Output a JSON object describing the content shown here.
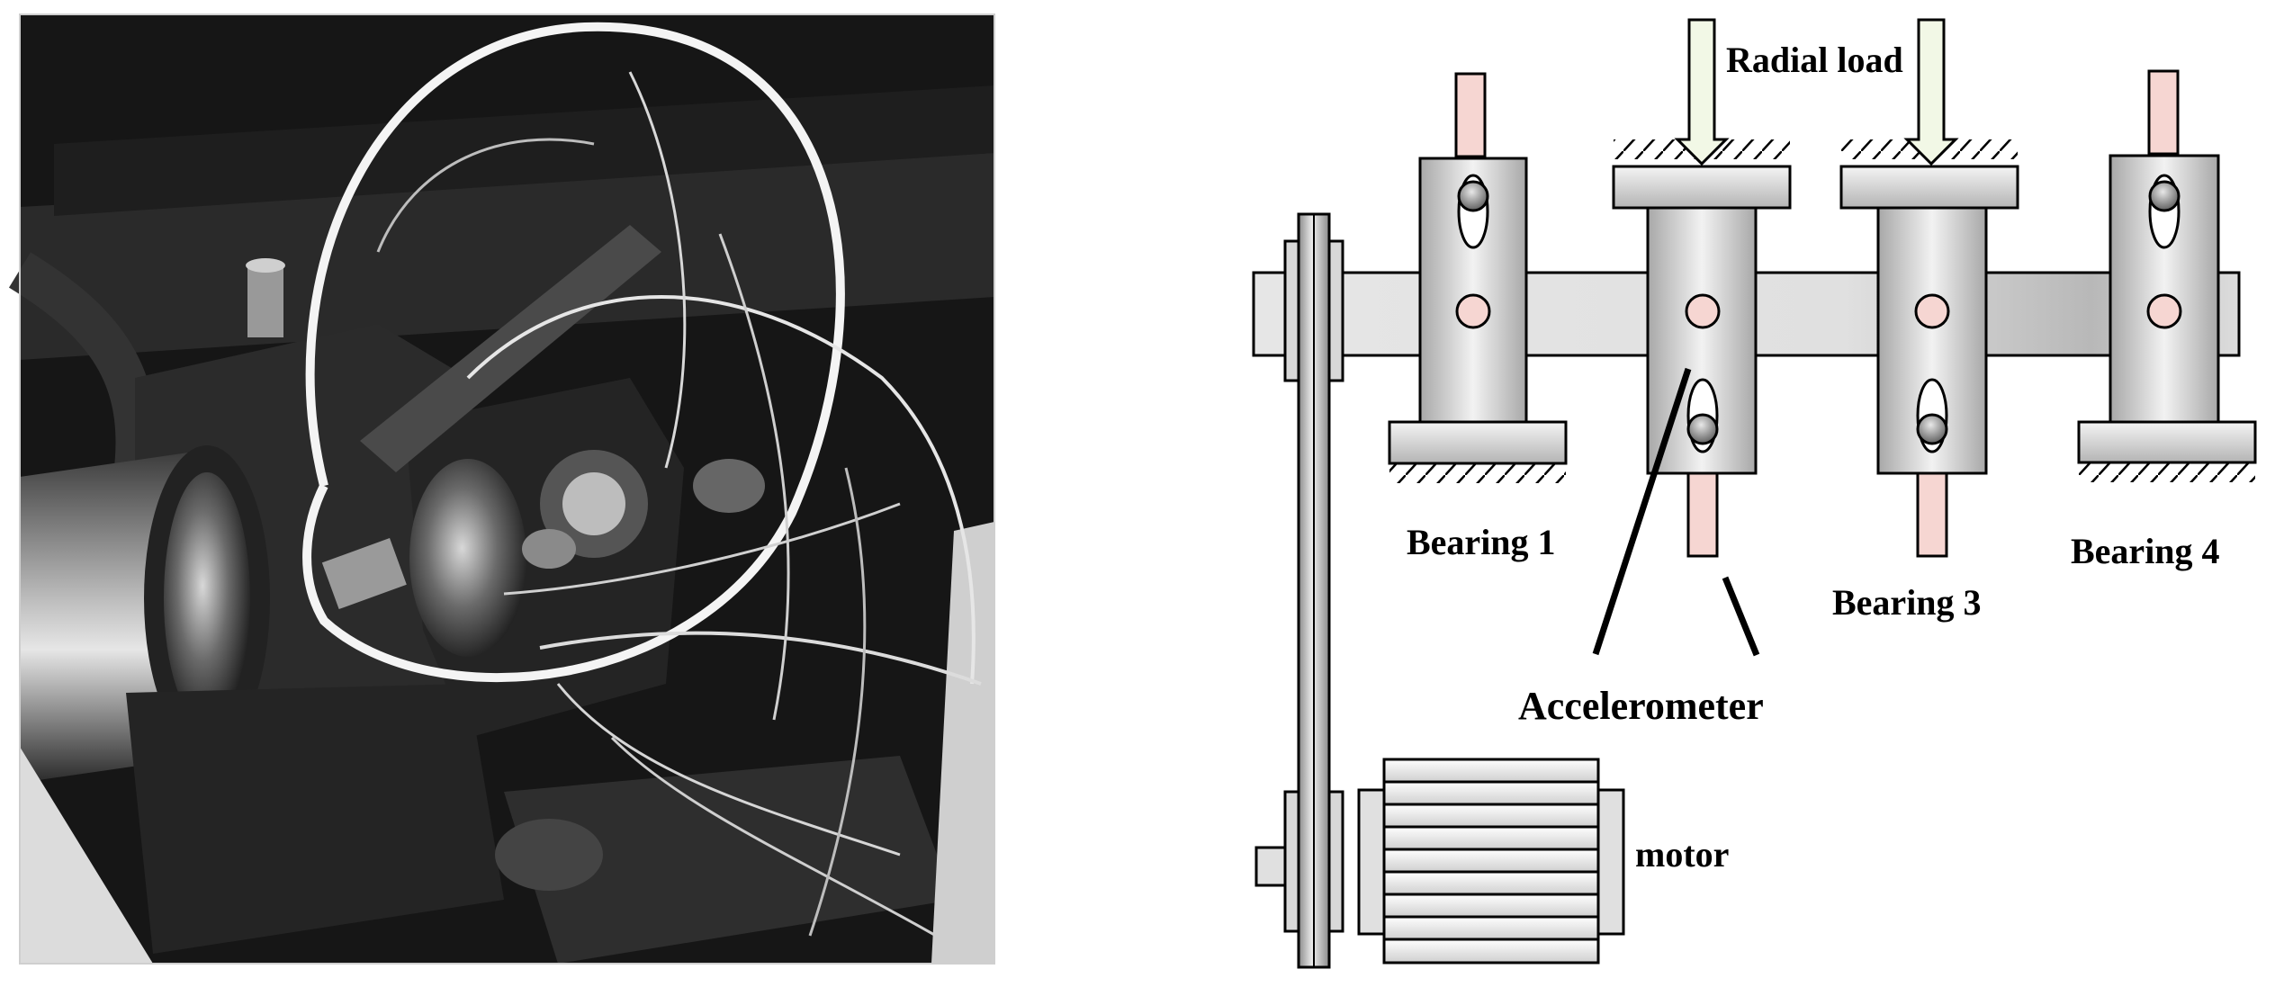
{
  "figure": {
    "labels": {
      "radial_load": "Radial load",
      "bearing_1": "Bearing 1",
      "bearing_3": "Bearing 3",
      "bearing_4": "Bearing 4",
      "accelerometer": "Accelerometer",
      "motor": "motor"
    },
    "colors": {
      "bolt_pink": "#f6d6d2",
      "arrow_fill": "#f2f8e6",
      "metal_light": "#f2f2f2",
      "metal_dark": "#a9a9a9",
      "photo_dark": "#161616",
      "outline": "#000000"
    }
  }
}
